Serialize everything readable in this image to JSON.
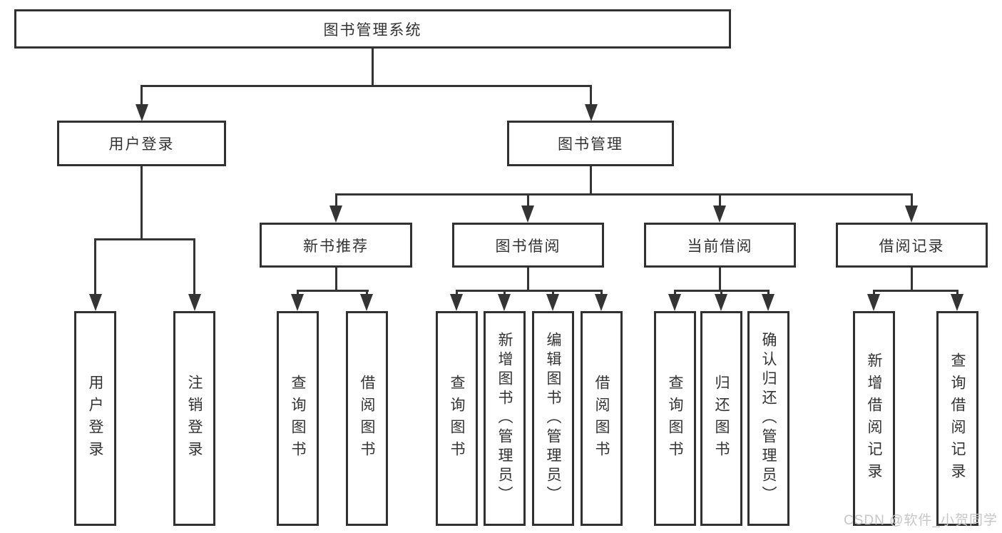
{
  "diagram": {
    "root": {
      "label": "图书管理系统"
    },
    "level2": {
      "user_login": {
        "label": "用户登录"
      },
      "book_mgmt": {
        "label": "图书管理"
      }
    },
    "level3": {
      "new_book_rec": {
        "label": "新书推荐"
      },
      "book_borrow": {
        "label": "图书借阅"
      },
      "current_borrow": {
        "label": "当前借阅"
      },
      "borrow_record": {
        "label": "借阅记录"
      }
    },
    "leaves": {
      "user_login": {
        "label": "用户登录"
      },
      "logout": {
        "label": "注销登录"
      },
      "query_book_rec": {
        "label": "查询图书"
      },
      "borrow_book_rec": {
        "label": "借阅图书"
      },
      "query_book_borrow": {
        "label": "查询图书"
      },
      "add_book_admin": {
        "label": "新增图书（管理员）"
      },
      "edit_book_admin": {
        "label": "编辑图书（管理员）"
      },
      "borrow_book_borrow": {
        "label": "借阅图书"
      },
      "query_book_current": {
        "label": "查询图书"
      },
      "return_book": {
        "label": "归还图书"
      },
      "confirm_return_admin": {
        "label": "确认归还（管理员）"
      },
      "add_borrow_record": {
        "label": "新增借阅记录"
      },
      "query_borrow_record": {
        "label": "查询借阅记录"
      }
    }
  },
  "watermark": {
    "text": "CSDN @软件_小贺同学"
  }
}
